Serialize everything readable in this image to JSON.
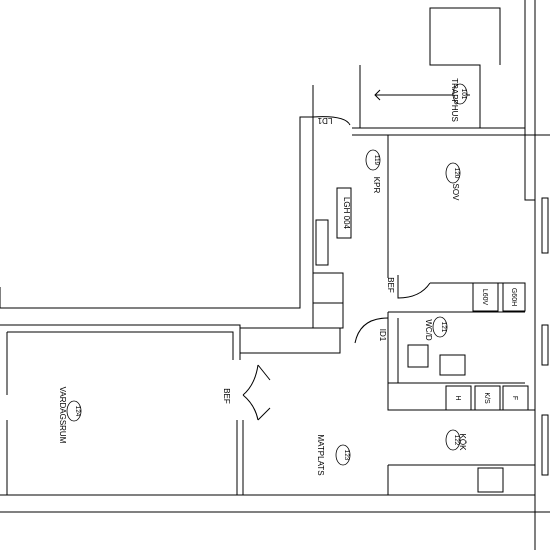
{
  "rooms": {
    "trapphus": {
      "name": "TRAPPHUS",
      "number": "101"
    },
    "korridor": {
      "name": "KPR",
      "number": "119"
    },
    "sovrum": {
      "name": "SOV",
      "number": "120"
    },
    "wc": {
      "name": "WC/D",
      "number": "121"
    },
    "kok": {
      "name": "KÖK",
      "number": "122"
    },
    "matplats": {
      "name": "MATPLATS",
      "number": "123"
    },
    "vardagsrum": {
      "name": "VARDAGSRUM",
      "number": "124"
    }
  },
  "labels": {
    "apartment": "LGH 004",
    "entry_door": "LD1",
    "inner_door": "ID1",
    "bef_corridor": "BEF",
    "bef_living": "BEF"
  },
  "fixtures": {
    "laundry_1": "L60V",
    "laundry_2": "G60H",
    "hob": "H",
    "fridge": "K/S",
    "freezer": "F"
  }
}
